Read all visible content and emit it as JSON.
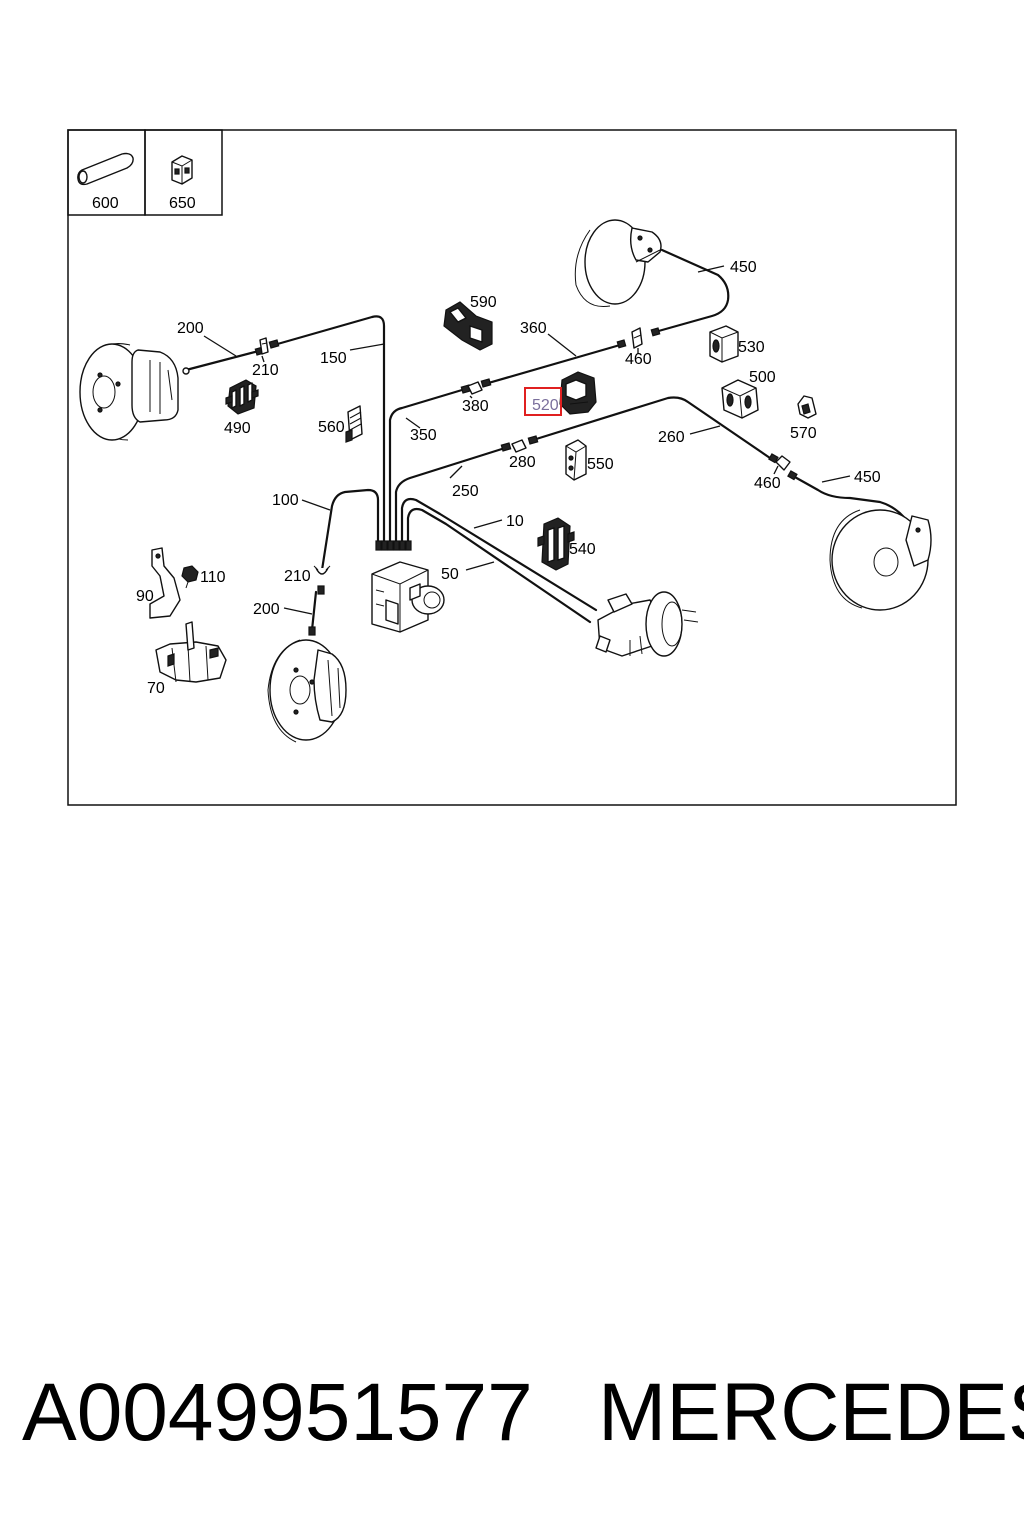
{
  "legend": [
    {
      "label": "600",
      "icon": "tube-icon"
    },
    {
      "label": "650",
      "icon": "connector-block-icon"
    }
  ],
  "callouts": [
    {
      "id": "200a",
      "label": "200"
    },
    {
      "id": "210a",
      "label": "210"
    },
    {
      "id": "150",
      "label": "150"
    },
    {
      "id": "490",
      "label": "490"
    },
    {
      "id": "560",
      "label": "560"
    },
    {
      "id": "590",
      "label": "590"
    },
    {
      "id": "360",
      "label": "360"
    },
    {
      "id": "460a",
      "label": "460"
    },
    {
      "id": "450a",
      "label": "450"
    },
    {
      "id": "530",
      "label": "530"
    },
    {
      "id": "380",
      "label": "380"
    },
    {
      "id": "350",
      "label": "350"
    },
    {
      "id": "520",
      "label": "520",
      "highlighted": true
    },
    {
      "id": "500",
      "label": "500"
    },
    {
      "id": "570",
      "label": "570"
    },
    {
      "id": "260",
      "label": "260"
    },
    {
      "id": "280",
      "label": "280"
    },
    {
      "id": "550",
      "label": "550"
    },
    {
      "id": "460b",
      "label": "460"
    },
    {
      "id": "450b",
      "label": "450"
    },
    {
      "id": "250",
      "label": "250"
    },
    {
      "id": "100",
      "label": "100"
    },
    {
      "id": "10",
      "label": "10"
    },
    {
      "id": "540",
      "label": "540"
    },
    {
      "id": "110",
      "label": "110"
    },
    {
      "id": "90",
      "label": "90"
    },
    {
      "id": "210b",
      "label": "210"
    },
    {
      "id": "50",
      "label": "50"
    },
    {
      "id": "200b",
      "label": "200"
    },
    {
      "id": "70",
      "label": "70"
    }
  ],
  "highlight_color": "#e02020",
  "footer": {
    "part_number": "A0049951577",
    "brand": "MERCEDES"
  }
}
